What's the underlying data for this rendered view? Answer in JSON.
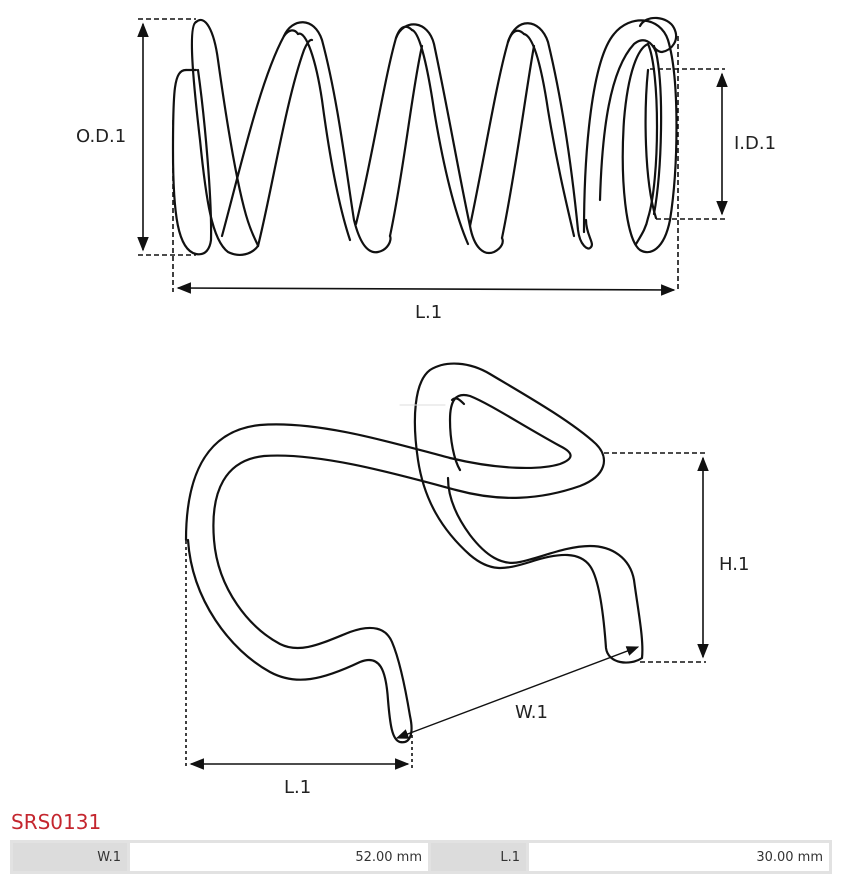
{
  "diagram": {
    "spring": {
      "labels": {
        "outer_diameter": "O.D.1",
        "inner_diameter": "I.D.1",
        "length": "L.1"
      }
    },
    "clip": {
      "labels": {
        "height": "H.1",
        "width": "W.1",
        "length": "L.1"
      }
    }
  },
  "product": {
    "code": "SRS0131",
    "code_color": "#c4262e"
  },
  "specs": [
    {
      "label": "W.1",
      "value": "52.00 mm"
    },
    {
      "label": "L.1",
      "value": "30.00 mm"
    }
  ]
}
